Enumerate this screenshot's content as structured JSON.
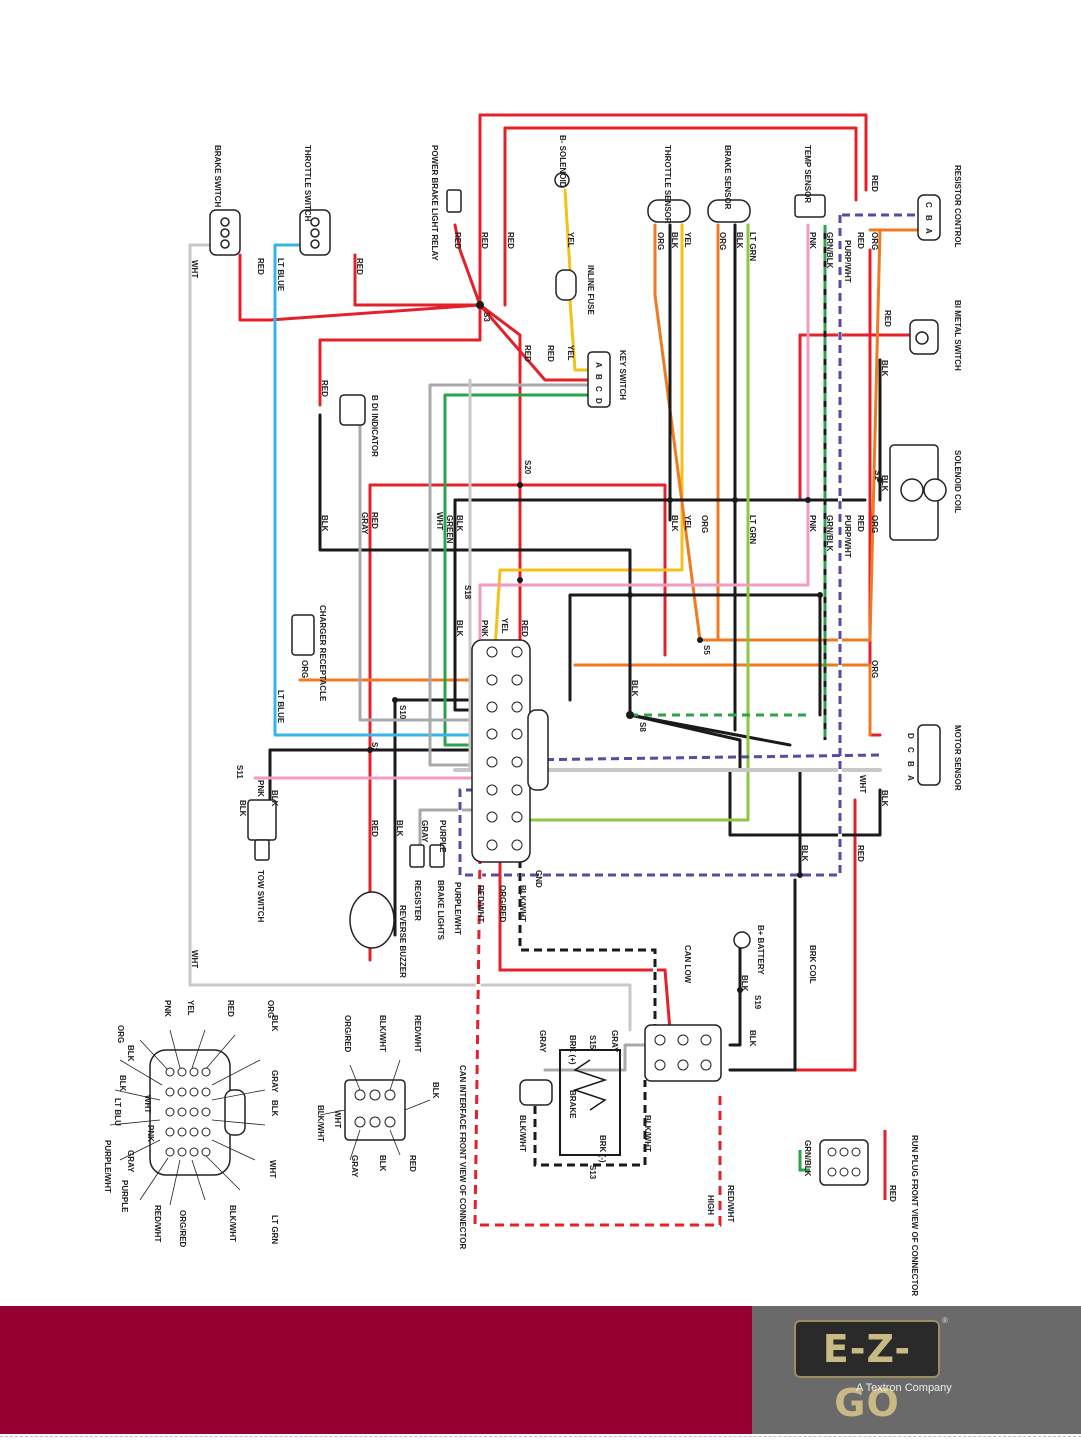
{
  "labels": {
    "brake_switch": "BRAKE SWITCH",
    "throttle_switch": "THROTTLE SWITCH",
    "power_brake_light_relay": "POWER BRAKE LIGHT RELAY",
    "b_solenoid": "B- SOLENOID",
    "throttle_sensor": "THROTTLE SENSOR",
    "brake_sensor": "BRAKE SENSOR",
    "temp_sensor": "TEMP SENSOR",
    "resistor_control": "RESISTOR CONTROL",
    "bi_metal_switch": "BI METAL SWITCH",
    "solenoid_coil": "SOLENOID COIL",
    "key_switch": "KEY SWITCH",
    "inline_fuse": "INLINE FUSE",
    "bdi_indicator": "B DI INDICATOR",
    "charger_receptacle": "CHARGER RECEPTACLE",
    "motor_sensor": "MOTOR SENSOR",
    "tow_switch": "TOW SWITCH",
    "reverse_buzzer": "REVERSE BUZZER",
    "register": "REGISTER",
    "brake_lights": "BRAKE LIGHTS",
    "b_battery": "B+ BATTERY",
    "can_low": "CAN LOW",
    "brk_coil": "BRK COIL",
    "brake": "BRAKE",
    "can_interface": "CAN INTERFACE FRONT VIEW OF CONNECTOR",
    "run_plug": "RUN PLUG FRONT VIEW OF CONNECTOR",
    "high": "HIGH",
    "gnd": "GND"
  },
  "splices": [
    "S1",
    "S2",
    "S3",
    "S5",
    "S8",
    "S10",
    "S11",
    "S13",
    "S15",
    "S18",
    "S19",
    "S20"
  ],
  "wire_colors": {
    "RED": "#e4202a",
    "ORG": "#ef7a21",
    "YEL": "#f5c018",
    "BLK": "#1a1a1a",
    "LT GRN": "#8dc63f",
    "GREEN": "#2aa34a",
    "LT BLUE": "#35b5e5",
    "PNK": "#f49ac1",
    "GRAY": "#a7a9ac",
    "WHT": "#c8c8c8",
    "PURPLE": "#5b4aa0"
  },
  "wire_tags": {
    "red": "RED",
    "org": "ORG",
    "yel": "YEL",
    "blk": "BLK",
    "ltgrn": "LT GRN",
    "green": "GREEN",
    "ltblue": "LT BLUE",
    "pnk": "PNK",
    "gray": "GRAY",
    "wht": "WHT",
    "grnblk": "GRN/BLK",
    "purpwht": "PURP/WHT",
    "purplewht": "PURPLE/WHT",
    "redwht": "RED/WHT",
    "orgred": "ORG/RED",
    "blkwht": "BLK/WHT",
    "purple": "PURPLE",
    "lt_blu": "LT BLU",
    "brk_plus": "BRK (+)",
    "brk_minus": "BRK (-)"
  },
  "connector_pins": {
    "key_switch": [
      "A",
      "B",
      "C",
      "D"
    ],
    "resistor_control": [
      "C",
      "B",
      "A"
    ],
    "motor_sensor": [
      "D",
      "C",
      "B",
      "A"
    ]
  },
  "footer": {
    "brand": "E-Z-GO",
    "registered": "®",
    "tagline": "A Textron Company"
  }
}
